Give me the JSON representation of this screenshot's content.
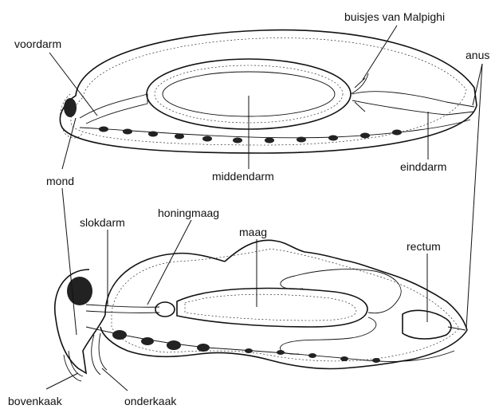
{
  "labels": {
    "voordarm": "voordarm",
    "malpighi": "buisjes van Malpighi",
    "anus": "anus",
    "mond": "mond",
    "middendarm": "middendarm",
    "einddarm": "einddarm",
    "slokdarm": "slokdarm",
    "honingmaag": "honingmaag",
    "maag": "maag",
    "rectum": "rectum",
    "bovenkaak": "bovenkaak",
    "onderkaak": "onderkaak"
  }
}
